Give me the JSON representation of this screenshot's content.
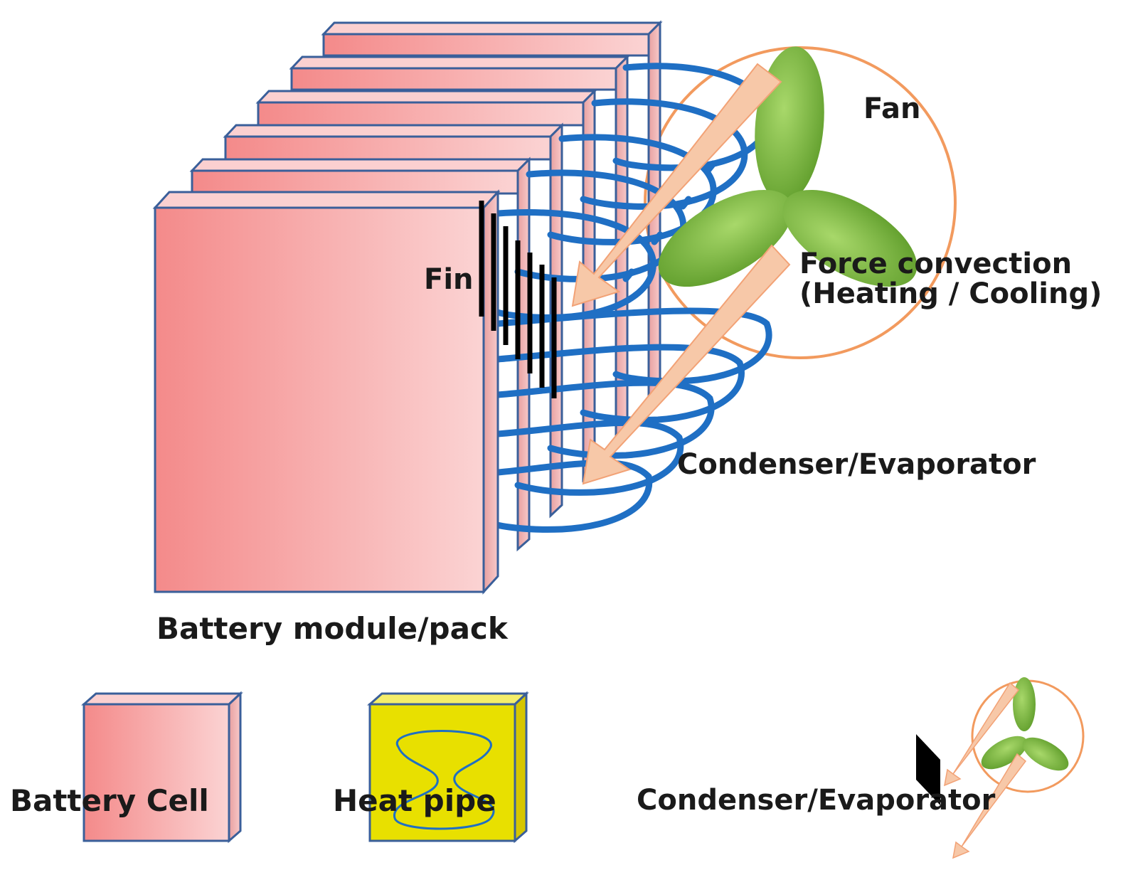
{
  "labels": {
    "fan": "Fan",
    "force_convection_line1": "Force convection",
    "force_convection_line2": "(Heating / Cooling)",
    "fin": "Fin",
    "condenser_evaporator": "Condenser/Evaporator",
    "battery_module_pack": "Battery module/pack"
  },
  "legend": {
    "battery_cell": "Battery Cell",
    "heat_pipe": "Heat pipe",
    "condenser_evaporator": "Condenser/Evaporator"
  },
  "colors": {
    "cell_face_left": "#f48a8a",
    "cell_face_right": "#fbd3d3",
    "cell_outline": "#3a5f9a",
    "heat_pipe_tube": "#1f6fc4",
    "heat_pipe_box": "#e8e000",
    "fan_blade": "#7ab83a",
    "fan_circle": "#f29a5e",
    "arrow_fill": "#f7c8a8",
    "fin": "#000000"
  }
}
